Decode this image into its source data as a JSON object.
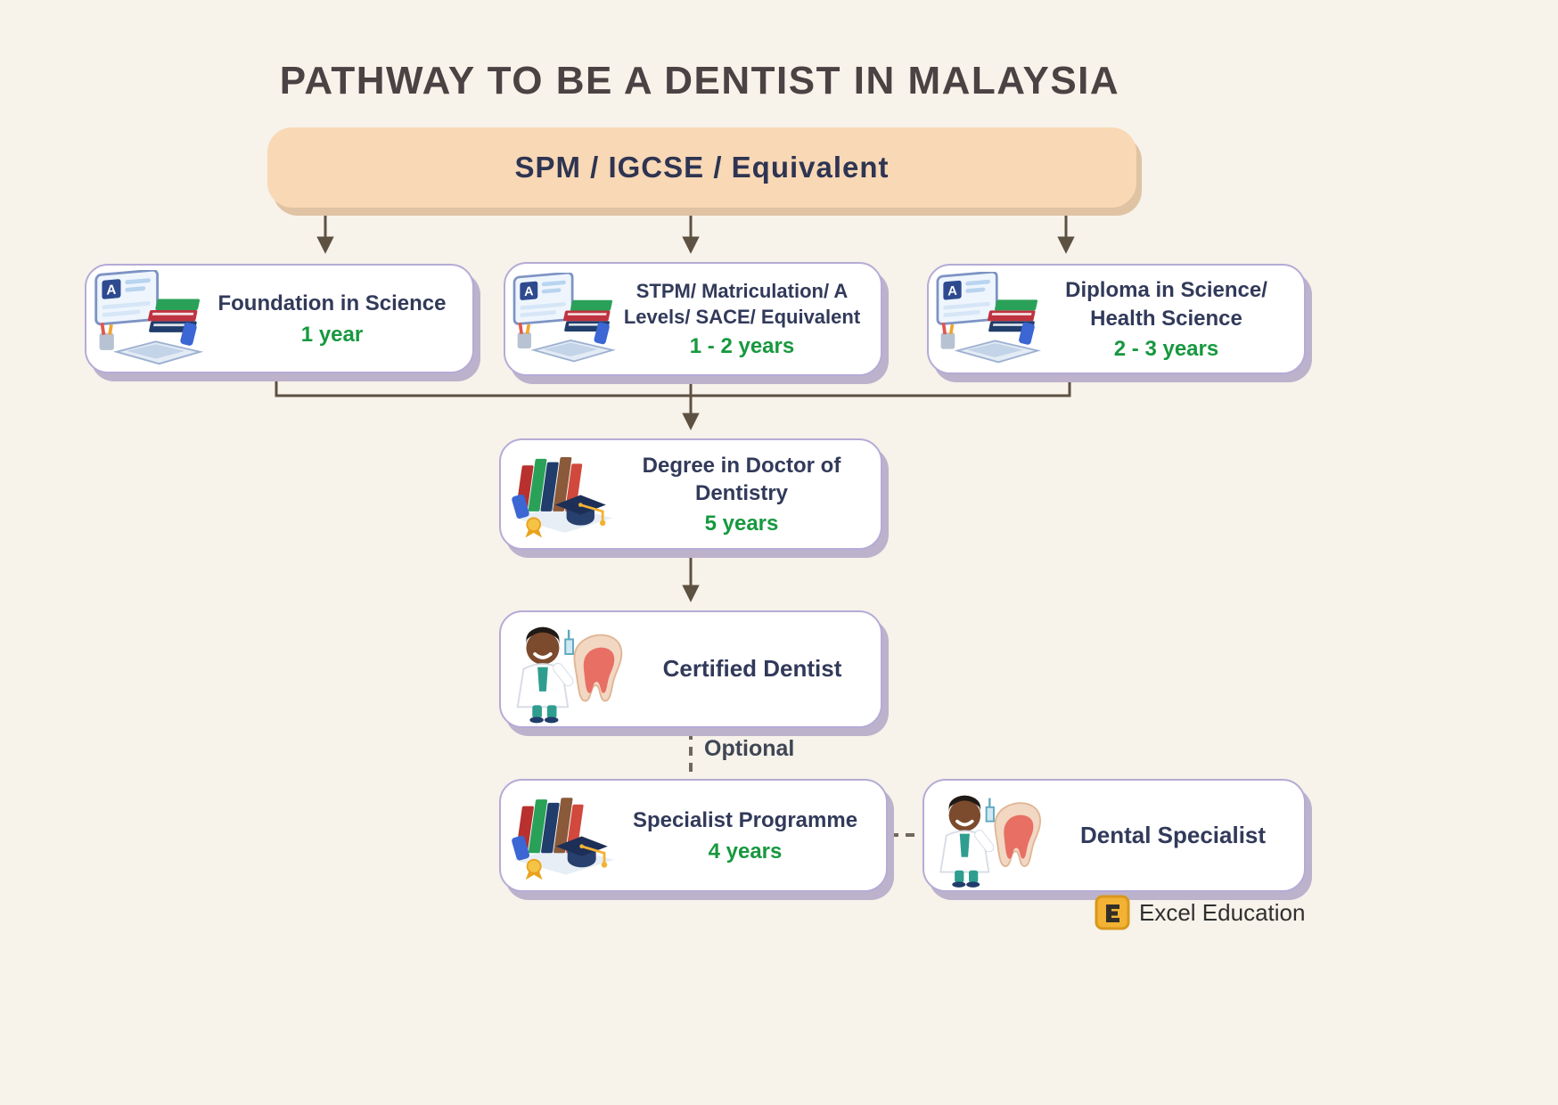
{
  "title": "PATHWAY TO BE A DENTIST IN MALAYSIA",
  "nodes": {
    "spm": {
      "label": "SPM / IGCSE / Equivalent"
    },
    "foundation": {
      "label": "Foundation in Science",
      "duration": "1 year"
    },
    "stpm": {
      "label": "STPM/ Matriculation/ A Levels/ SACE/ Equivalent",
      "duration": "1 - 2 years"
    },
    "diploma": {
      "label": "Diploma in Science/ Health Science",
      "duration": "2 - 3 years"
    },
    "degree": {
      "label": "Degree in Doctor of Dentistry",
      "duration": "5 years"
    },
    "certified": {
      "label": "Certified Dentist"
    },
    "specialist_programme": {
      "label": "Specialist Programme",
      "duration": "4 years"
    },
    "dental_specialist": {
      "label": "Dental Specialist"
    }
  },
  "connectors": {
    "optional_label": "Optional"
  },
  "branding": {
    "name": "Excel Education"
  },
  "icons": {
    "study_desk": "study-desk-icon",
    "books_gradcap": "books-gradcap-icon",
    "dentist": "dentist-tooth-icon",
    "logo": "excel-education-logo-icon"
  },
  "colors": {
    "background": "#f7f2ea",
    "root_box": "#f8d8b5",
    "box_border": "#b5abd6",
    "box_shadow": "#bcb2cb",
    "label_text": "#323a5a",
    "duration_text": "#17983f",
    "arrow": "#5d5142",
    "title_text": "#4a4243",
    "logo_gold": "#f2b233"
  }
}
